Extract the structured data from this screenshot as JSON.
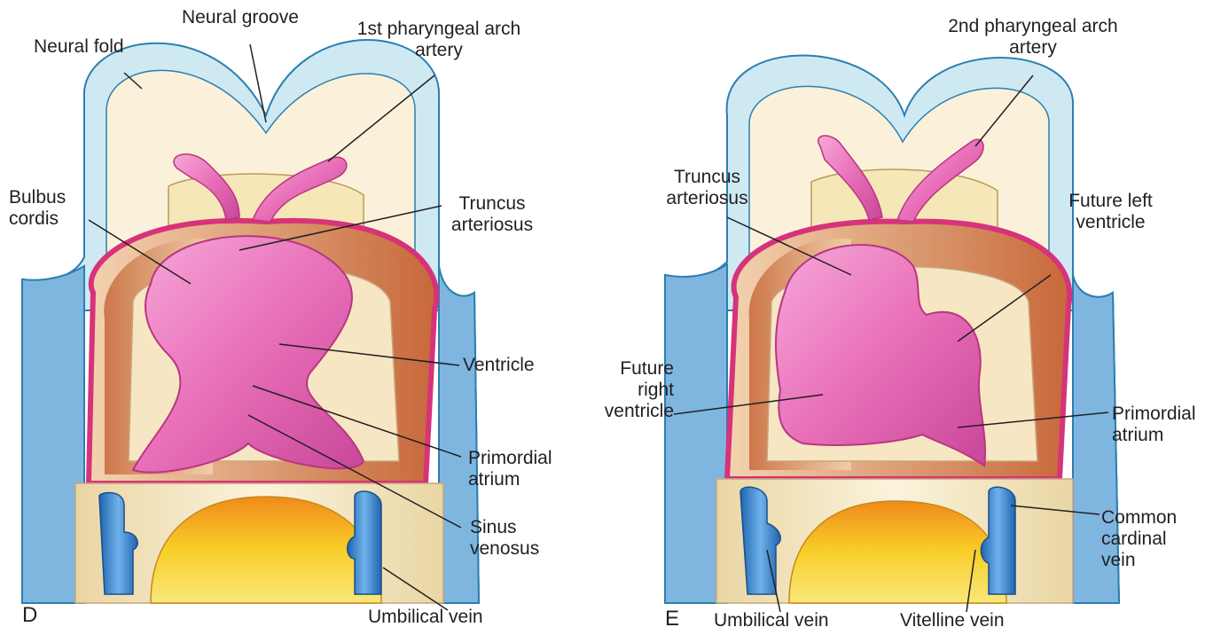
{
  "panel_d": {
    "letter": "D",
    "labels": {
      "neural_groove": "Neural groove",
      "neural_fold": "Neural fold",
      "first_arch_artery_l1": "1st pharyngeal arch",
      "first_arch_artery_l2": "artery",
      "bulbus_cordis_l1": "Bulbus",
      "bulbus_cordis_l2": "cordis",
      "truncus_l1": "Truncus",
      "truncus_l2": "arteriosus",
      "ventricle": "Ventricle",
      "primordial_atrium_l1": "Primordial",
      "primordial_atrium_l2": "atrium",
      "sinus_venosus_l1": "Sinus",
      "sinus_venosus_l2": "venosus",
      "umbilical_vein": "Umbilical vein"
    }
  },
  "panel_e": {
    "letter": "E",
    "labels": {
      "second_arch_artery_l1": "2nd pharyngeal arch",
      "second_arch_artery_l2": "artery",
      "truncus_l1": "Truncus",
      "truncus_l2": "arteriosus",
      "future_left_l1": "Future left",
      "future_left_l2": "ventricle",
      "future_right_l1": "Future",
      "future_right_l2": "right",
      "future_right_l3": "ventricle",
      "primordial_atrium_l1": "Primordial",
      "primordial_atrium_l2": "atrium",
      "common_cardinal_l1": "Common",
      "common_cardinal_l2": "cardinal",
      "common_cardinal_l3": "vein",
      "umbilical_vein": "Umbilical vein",
      "vitelline_vein": "Vitelline vein"
    }
  },
  "colors": {
    "neural_tissue": "#cfe9f3",
    "neural_outline": "#2b7fb0",
    "tissue_cream": "#f4e8c8",
    "pericardium": "#d6337a",
    "heart_pink": "#e86fb8",
    "muscle_orange": "#d98a5a",
    "vein_blue": "#3a8bd0",
    "yolk_yellow": "#f4c62a"
  }
}
